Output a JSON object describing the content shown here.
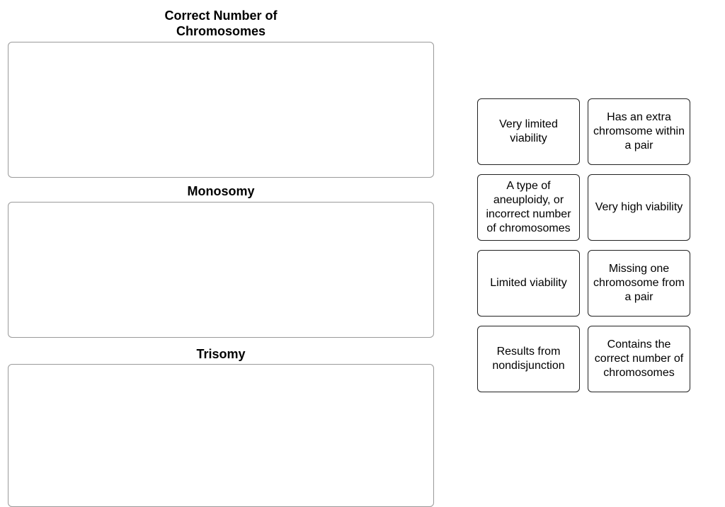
{
  "categories": [
    {
      "title": "Correct Number of Chromosomes"
    },
    {
      "title": "Monosomy"
    },
    {
      "title": "Trisomy"
    }
  ],
  "cards": [
    "Very limited viability",
    "Has an extra chromsome within a pair",
    "A type of aneuploidy, or incorrect number of chromosomes",
    "Very high viability",
    "Limited viability",
    "Missing one chromosome from a pair",
    "Results from nondisjunction",
    "Contains the correct number of chromosomes"
  ]
}
